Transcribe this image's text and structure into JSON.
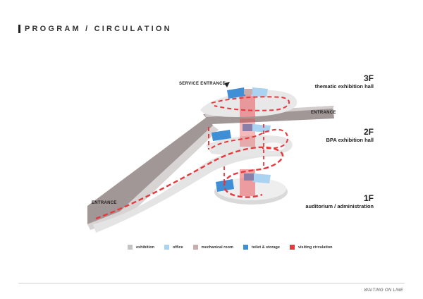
{
  "header": {
    "title": "PROGRAM / CIRCULATION"
  },
  "labels": {
    "floor_3": "3F",
    "floor_3_name": "thematic exhibition hall",
    "floor_2": "2F",
    "floor_2_name": "BPA exhibition hall",
    "floor_1": "1F",
    "floor_1_name": "auditorium / administration",
    "service_entrance": "SERVICE ENTRANCE",
    "entrance_top": "ENTRANCE",
    "entrance_left": "ENTRANCE"
  },
  "legend": [
    {
      "label": "exhibition",
      "color": "#c4c4c4"
    },
    {
      "label": "office",
      "color": "#a9d3f0"
    },
    {
      "label": "mechanical room",
      "color": "#c8aeae"
    },
    {
      "label": "toilet & storage",
      "color": "#3f8fd6"
    },
    {
      "label": "visiting circulation",
      "color": "#e8383d"
    }
  ],
  "footer": {
    "text": "WAITING ON LINE"
  }
}
